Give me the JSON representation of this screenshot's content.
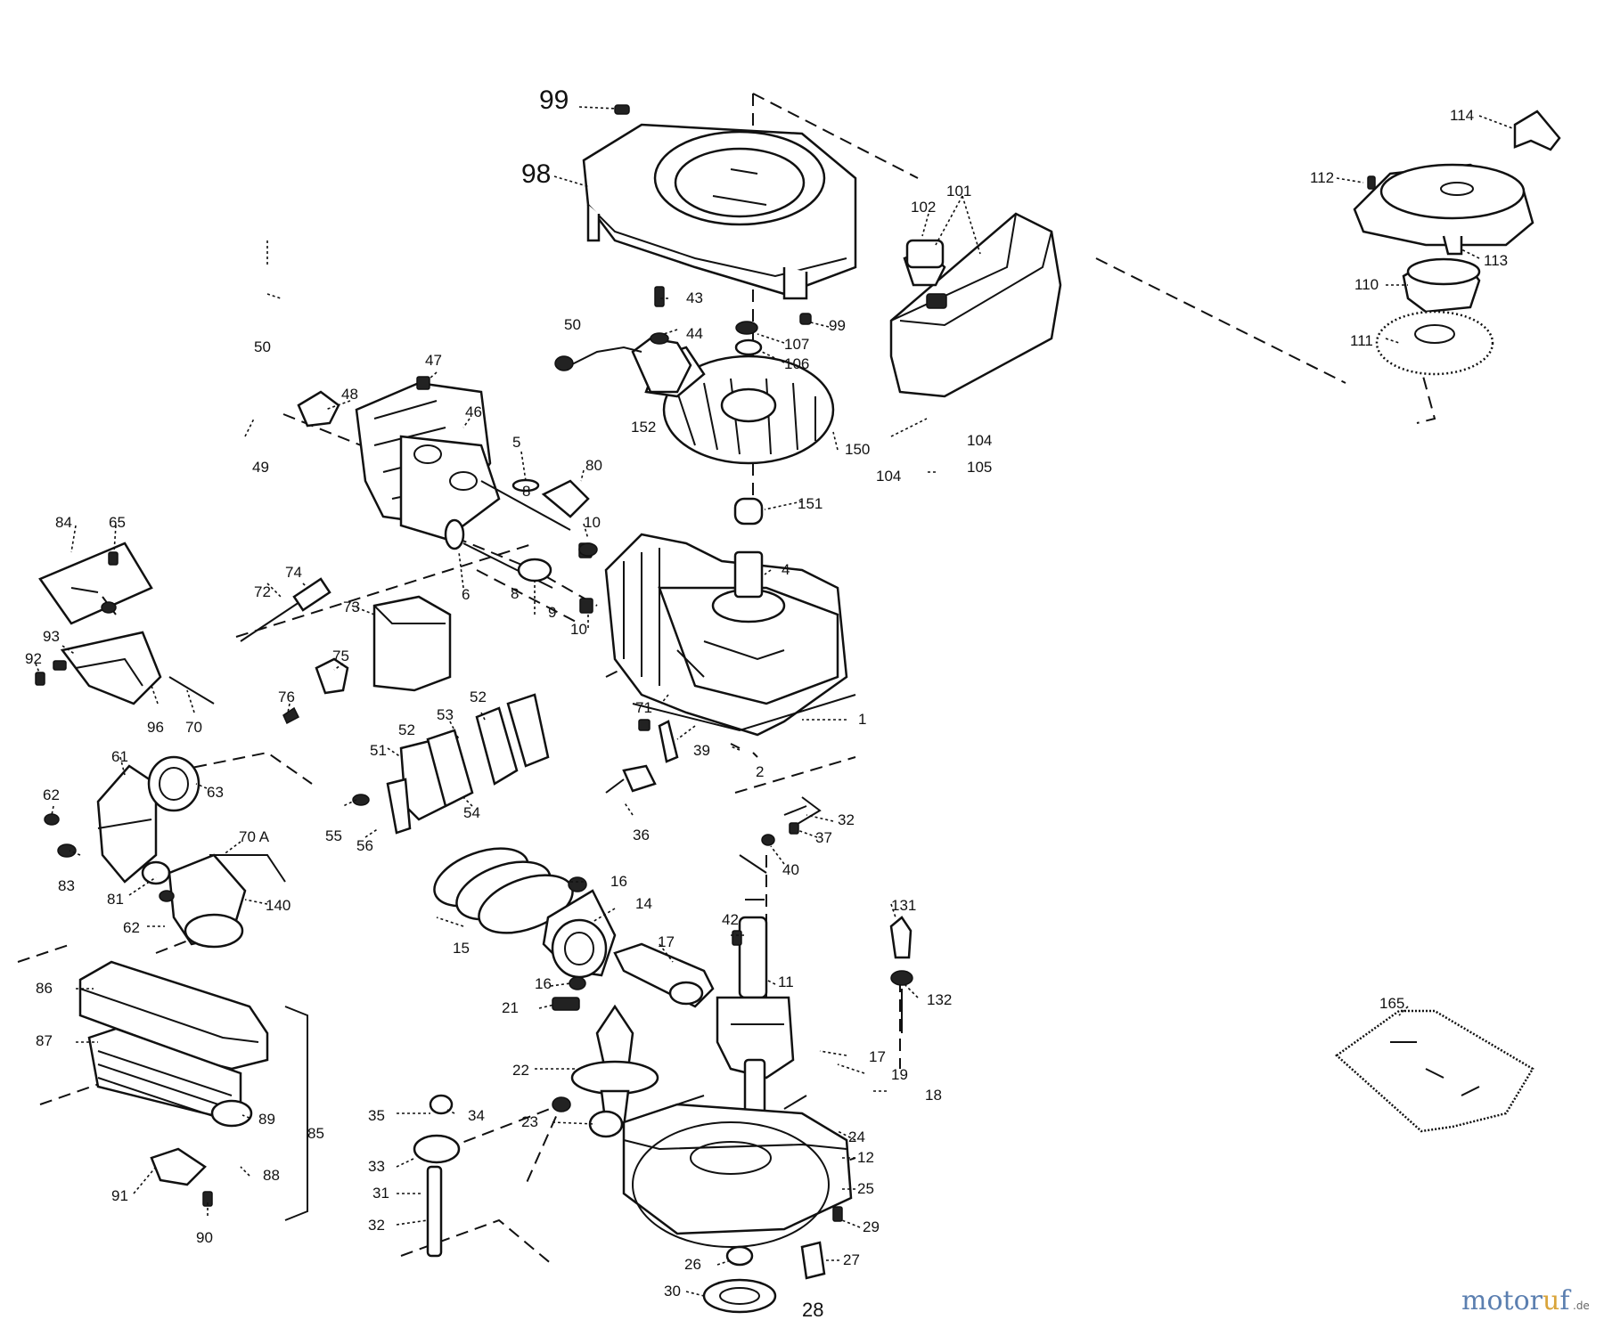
{
  "watermark": {
    "letters": [
      {
        "ch": "m",
        "color": "#5b7fb0"
      },
      {
        "ch": "o",
        "color": "#5b7fb0"
      },
      {
        "ch": "t",
        "color": "#5b7fb0"
      },
      {
        "ch": "o",
        "color": "#5b7fb0"
      },
      {
        "ch": "r",
        "color": "#5b7fb0"
      },
      {
        "ch": "u",
        "color": "#d9a43a"
      },
      {
        "ch": "f",
        "color": "#5b7fb0"
      }
    ],
    "suffix": ".de"
  },
  "labels": {
    "l1": "1",
    "l2": "2",
    "l4": "4",
    "l5": "5",
    "l6": "6",
    "l8": "8",
    "l9": "9",
    "l10a": "10",
    "l10b": "10",
    "l11": "11",
    "l12": "12",
    "l14": "14",
    "l15": "15",
    "l16a": "16",
    "l16b": "16",
    "l17a": "17",
    "l17b": "17",
    "l18": "18",
    "l19": "19",
    "l21": "21",
    "l22": "22",
    "l23": "23",
    "l24": "24",
    "l25": "25",
    "l26": "26",
    "l27": "27",
    "l28": "28",
    "l29": "29",
    "l30": "30",
    "l31": "31",
    "l32a": "32",
    "l32b": "32",
    "l33": "33",
    "l34": "34",
    "l35": "35",
    "l36": "36",
    "l37": "37",
    "l39": "39",
    "l40": "40",
    "l42": "42",
    "l43": "43",
    "l44": "44",
    "l46": "46",
    "l47": "47",
    "l48": "48",
    "l49": "49",
    "l50a": "50",
    "l50b": "50",
    "l51": "51",
    "l52a": "52",
    "l52b": "52",
    "l53": "53",
    "l54": "54",
    "l55": "55",
    "l56": "56",
    "l61": "61",
    "l62a": "62",
    "l62b": "62",
    "l63": "63",
    "l65": "65",
    "l70": "70",
    "l70a": "70 A",
    "l71": "71",
    "l72": "72",
    "l73": "73",
    "l74": "74",
    "l75": "75",
    "l76": "76",
    "l80": "80",
    "l81": "81",
    "l83": "83",
    "l84": "84",
    "l85": "85",
    "l86": "86",
    "l87": "87",
    "l88": "88",
    "l89": "89",
    "l90": "90",
    "l91": "91",
    "l92": "92",
    "l93": "93",
    "l96": "96",
    "l98": "98",
    "l99a": "99",
    "l99b": "99",
    "l101": "101",
    "l102": "102",
    "l104a": "104",
    "l104b": "104",
    "l105": "105",
    "l106": "106",
    "l107": "107",
    "l110": "110",
    "l111": "111",
    "l112": "112",
    "l113": "113",
    "l114": "114",
    "l131": "131",
    "l132": "132",
    "l140": "140",
    "l150": "150",
    "l151": "151",
    "l152": "152",
    "l165": "165"
  }
}
